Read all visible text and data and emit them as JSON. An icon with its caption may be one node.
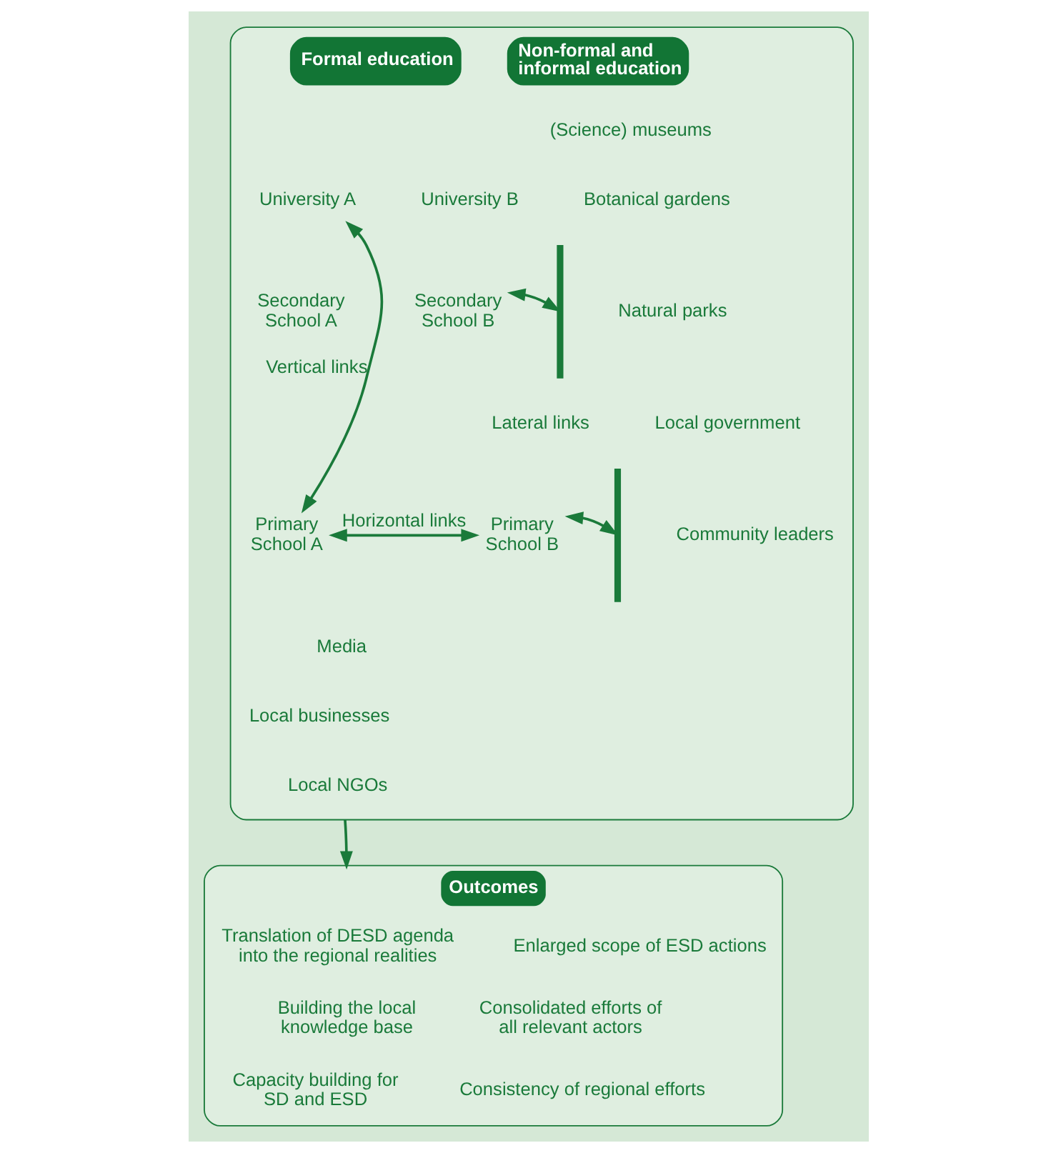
{
  "diagram": {
    "nodes": [
      {
        "text": [],
        "shape": "box"
      },
      {
        "text": [
          "Formal education"
        ],
        "in": 0
      },
      {
        "text": [
          "University A"
        ],
        "in": 0
      },
      {
        "text": [
          "University B"
        ],
        "in": 0
      },
      {
        "text": [
          "Secondary School A"
        ],
        "in": 0
      },
      {
        "text": [
          "Secondary School B"
        ],
        "in": 0
      },
      {
        "text": [
          "Primary School A"
        ],
        "in": 0
      },
      {
        "text": [
          "Primary School B"
        ],
        "in": 0
      },
      {
        "text": [
          "Non-formal and informal education"
        ],
        "in": 0
      },
      {
        "text": [
          "(Science) museums"
        ],
        "in": 0
      },
      {
        "text": [
          "Botanical gardens"
        ],
        "in": 0
      },
      {
        "text": [
          "Natural parks"
        ],
        "in": 0
      },
      {
        "text": [
          "Local government"
        ],
        "in": 0
      },
      {
        "text": [
          "Community leaders"
        ],
        "in": 0
      },
      {
        "text": [
          "Media"
        ],
        "in": 0
      },
      {
        "text": [
          "Local businesses"
        ],
        "in": 0
      },
      {
        "text": [
          "Local NGOs"
        ],
        "in": 0
      },
      {
        "text": [],
        "shape": "bar",
        "in": 0
      },
      {
        "text": [],
        "shape": "bar",
        "in": 0
      },
      {
        "text": [
          "Outcomes"
        ]
      },
      {
        "text": [
          "Translation of DESD agenda into the regional realities"
        ],
        "in": 19
      },
      {
        "text": [
          "Building the local knowledge base"
        ],
        "in": 19
      },
      {
        "text": [
          "Capacity building for SD and ESD"
        ],
        "in": 19
      },
      {
        "text": [
          "Enlarged scope of ESD actions"
        ],
        "in": 19
      },
      {
        "text": [
          "Consolidated efforts of all relevant actors"
        ],
        "in": 19
      },
      {
        "text": [
          "Consistency of regional efforts"
        ],
        "in": 19
      }
    ],
    "edges": [
      {
        "from": 2,
        "to": 6,
        "arrow": "both",
        "label": "Vertical links"
      },
      {
        "from": 6,
        "to": 7,
        "arrow": "both",
        "label": "Horizontal links"
      },
      {
        "from": 5,
        "to": 17,
        "arrow": "both"
      },
      {
        "from": 7,
        "to": 18,
        "arrow": "both"
      },
      {
        "from": 0,
        "to": 19,
        "arrow": "to"
      }
    ],
    "labels": [
      "Lateral links"
    ]
  }
}
